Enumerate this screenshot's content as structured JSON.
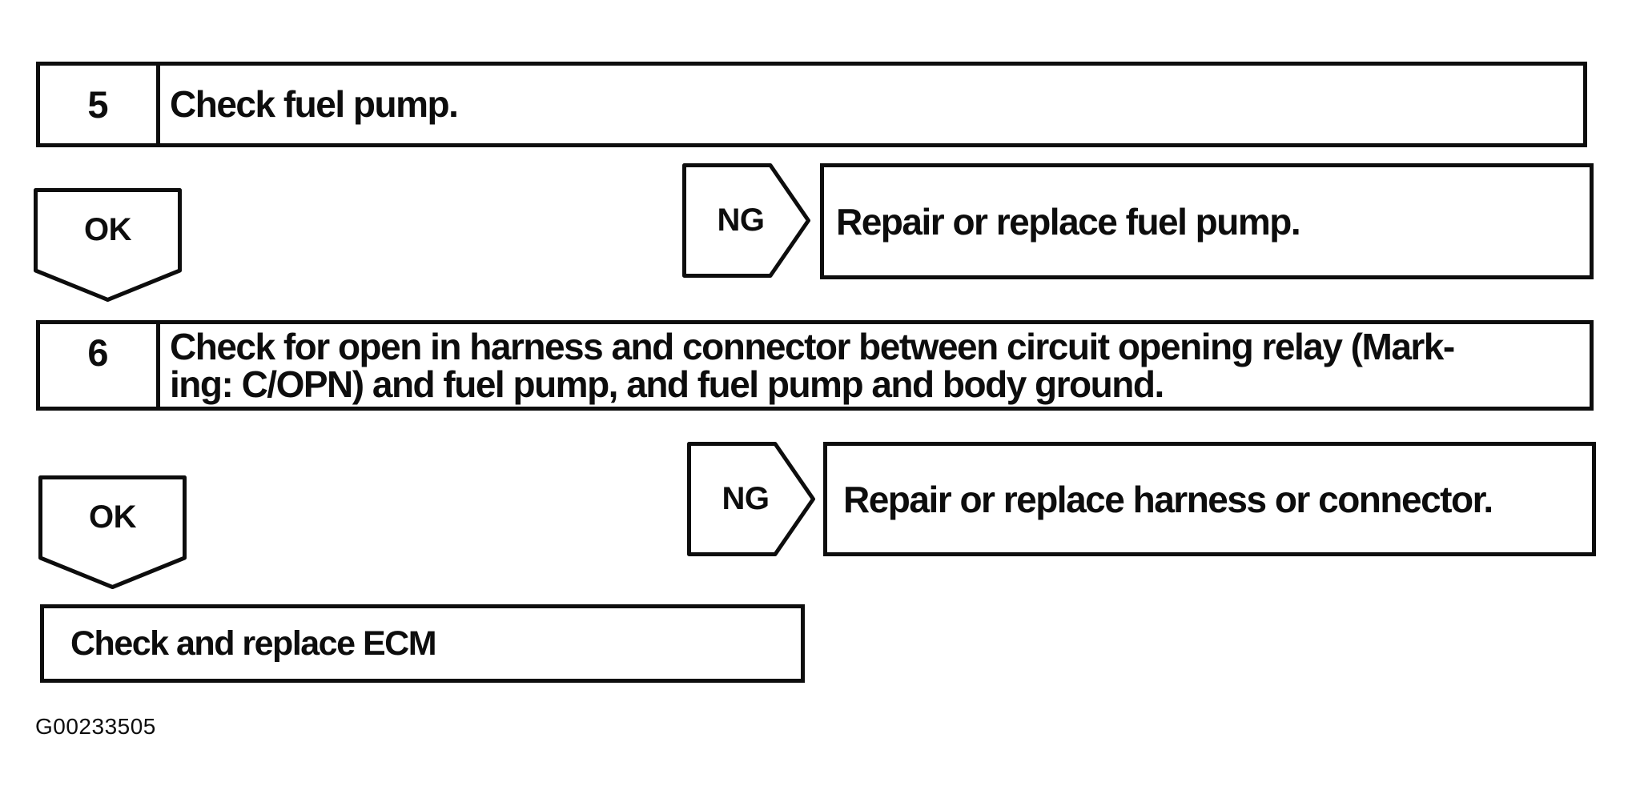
{
  "figure": {
    "id": "G00233505"
  },
  "colors": {
    "ink": "#0d0d0d",
    "paper": "#ffffff"
  },
  "steps": [
    {
      "number": "5",
      "lines": [
        "Check fuel pump."
      ]
    },
    {
      "number": "6",
      "lines": [
        "Check for open in harness and connector between circuit opening relay (Mark-",
        "ing: C/OPN) and fuel pump, and fuel pump and body ground."
      ]
    }
  ],
  "connectors": {
    "ok": "OK",
    "ng": "NG"
  },
  "results": [
    {
      "text": "Repair or replace fuel pump."
    },
    {
      "text": "Repair or replace harness or connector."
    },
    {
      "text": "Check and replace ECM"
    }
  ]
}
